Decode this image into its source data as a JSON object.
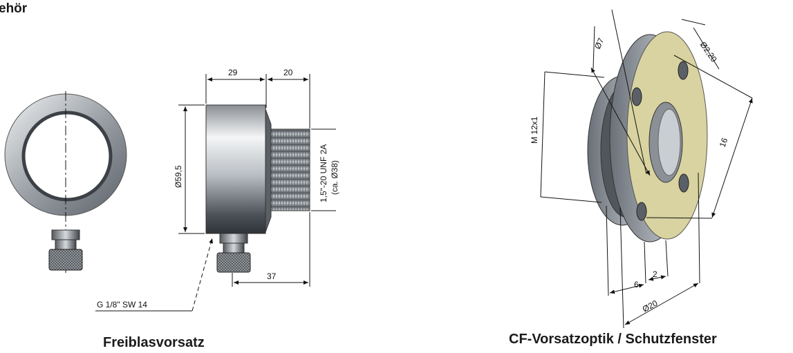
{
  "page": {
    "heading": "ehör"
  },
  "left_figure": {
    "caption": "Freiblasvorsatz",
    "dims": {
      "d29": "29",
      "d20": "20",
      "dia": "Ø59,5",
      "thread": "1,5\"-20 UNF 2A",
      "thread_dia": "(ca. Ø38)",
      "len37": "37",
      "fitting": "G 1/8\" SW 14"
    }
  },
  "right_figure": {
    "caption": "CF-Vorsatzoptik / Schutzfenster",
    "dims": {
      "dia7": "Ø7",
      "dia2_20": "Ø2,20",
      "m12": "M 12x1",
      "d16": "16",
      "d6": "6",
      "d2": "2",
      "dia20": "Ø20"
    }
  },
  "colors": {
    "metal_dark": "#4a4f55",
    "metal_light": "#e8eaec",
    "flange_face": "#d8d3a0",
    "line": "#111111"
  }
}
